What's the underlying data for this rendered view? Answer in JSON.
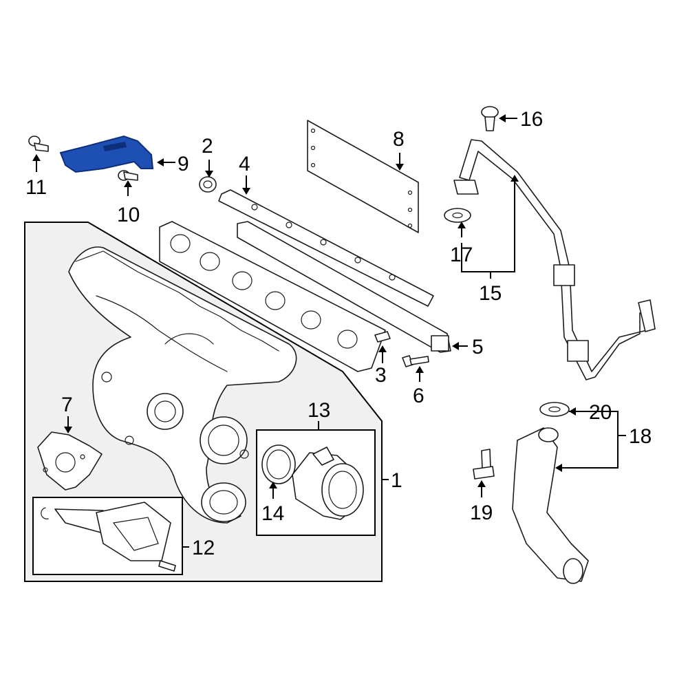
{
  "colors": {
    "highlight": "#1e4fb4",
    "highlight_dark": "#0d2f7a",
    "outline": "#1a1a1a",
    "panel_background": "#f0f0f0"
  },
  "callouts": {
    "c1": "1",
    "c2": "2",
    "c3": "3",
    "c4": "4",
    "c5": "5",
    "c6": "6",
    "c7": "7",
    "c8": "8",
    "c9": "9",
    "c10": "10",
    "c11": "11",
    "c12": "12",
    "c13": "13",
    "c14": "14",
    "c15": "15",
    "c16": "16",
    "c17": "17",
    "c18": "18",
    "c19": "19",
    "c20": "20"
  },
  "highlighted_part": "9"
}
